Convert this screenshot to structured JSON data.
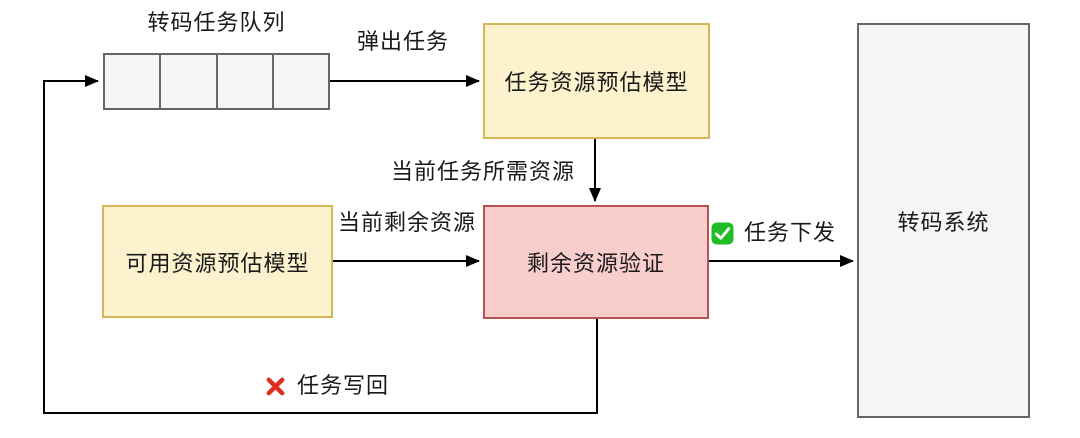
{
  "diagram": {
    "queue": {
      "label": "转码任务队列",
      "cells": 4
    },
    "nodes": {
      "task_resource_model": {
        "label": "任务资源预估模型"
      },
      "available_resource_model": {
        "label": "可用资源预估模型"
      },
      "remaining_verification": {
        "label": "剩余资源验证"
      },
      "transcode_system": {
        "label": "转码系统"
      }
    },
    "edges": {
      "pop_task": {
        "label": "弹出任务"
      },
      "current_task_required": {
        "label": "当前任务所需资源"
      },
      "current_remaining": {
        "label": "当前剩余资源"
      },
      "task_dispatch": {
        "label": "任务下发",
        "icon": "check-icon"
      },
      "task_writeback": {
        "label": "任务写回",
        "icon": "cross-icon"
      }
    },
    "colors": {
      "yellow_fill": "#FCF2CE",
      "yellow_border": "#D6B656",
      "pink_fill": "#F8CECC",
      "pink_border": "#B85450",
      "gray_fill": "#F5F5F5",
      "gray_border": "#666666",
      "line": "#000000",
      "check_green": "#1FBE27",
      "cross_red": "#E02B20"
    }
  }
}
